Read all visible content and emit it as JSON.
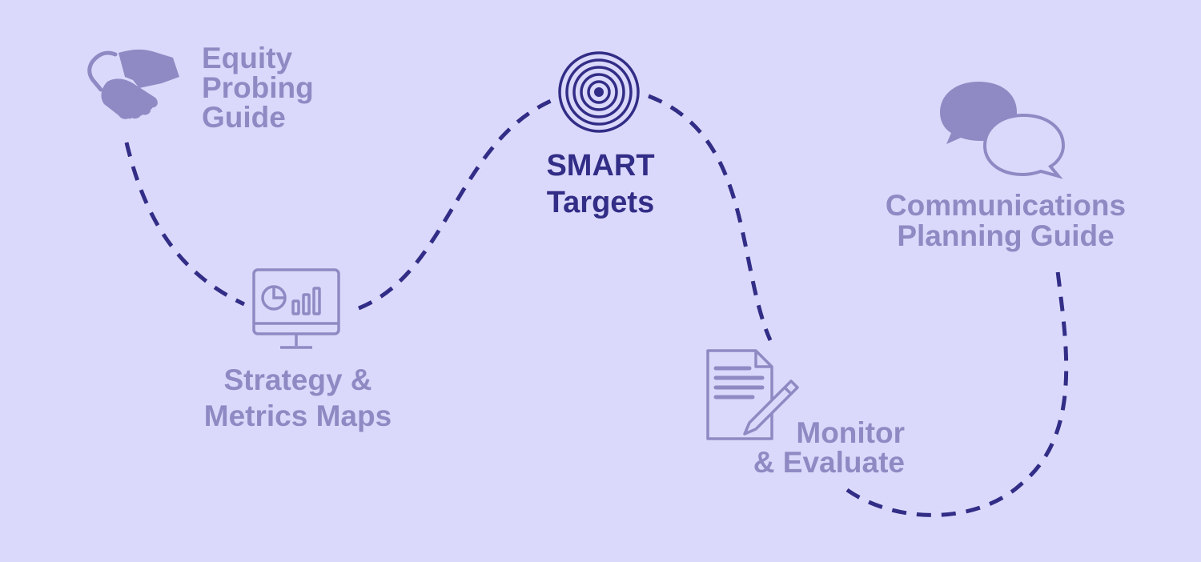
{
  "colors": {
    "background": "#dbd9fb",
    "muted": "#8f8ac3",
    "active": "#322d86",
    "path": "#322d86"
  },
  "steps": [
    {
      "key": "equity",
      "icon": "handshake-icon",
      "lines": [
        "Equity",
        "Probing",
        "Guide"
      ],
      "active": false
    },
    {
      "key": "strategy",
      "icon": "monitor-chart-icon",
      "lines": [
        "Strategy &",
        "Metrics Maps"
      ],
      "active": false
    },
    {
      "key": "smart",
      "icon": "target-icon",
      "lines": [
        "SMART",
        "Targets"
      ],
      "active": true
    },
    {
      "key": "monitor",
      "icon": "document-pencil-icon",
      "lines": [
        "Monitor",
        "& Evaluate"
      ],
      "active": false
    },
    {
      "key": "comms",
      "icon": "speech-bubbles-icon",
      "lines": [
        "Communications",
        "Planning Guide"
      ],
      "active": false
    }
  ]
}
